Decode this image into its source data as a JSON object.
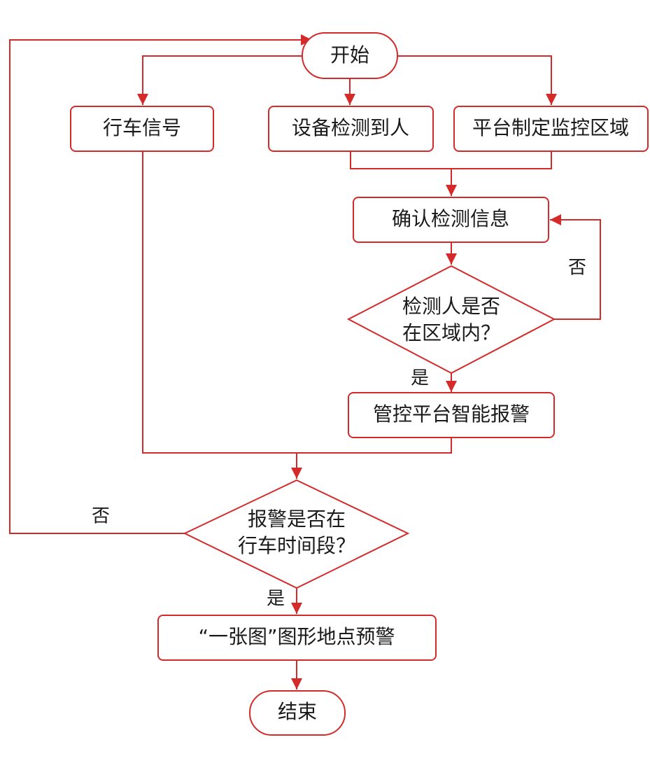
{
  "colors": {
    "accent": "#d42a2a",
    "text": "#1a1a1a"
  },
  "nodes": {
    "start": "开始",
    "train_signal": "行车信号",
    "device_detect": "设备检测到人",
    "platform_zone": "平台制定监控区域",
    "confirm_info": "确认检测信息",
    "check_zone": {
      "line1": "检测人是否",
      "line2": "在区域内？"
    },
    "smart_alarm": "管控平台智能报警",
    "check_time": {
      "line1": "报警是否在",
      "line2": "行车时间段？"
    },
    "map_warning": "“一张图”图形地点预警",
    "end": "结束"
  },
  "edge_labels": {
    "zone_no": "否",
    "zone_yes": "是",
    "time_no": "否",
    "time_yes": "是"
  }
}
